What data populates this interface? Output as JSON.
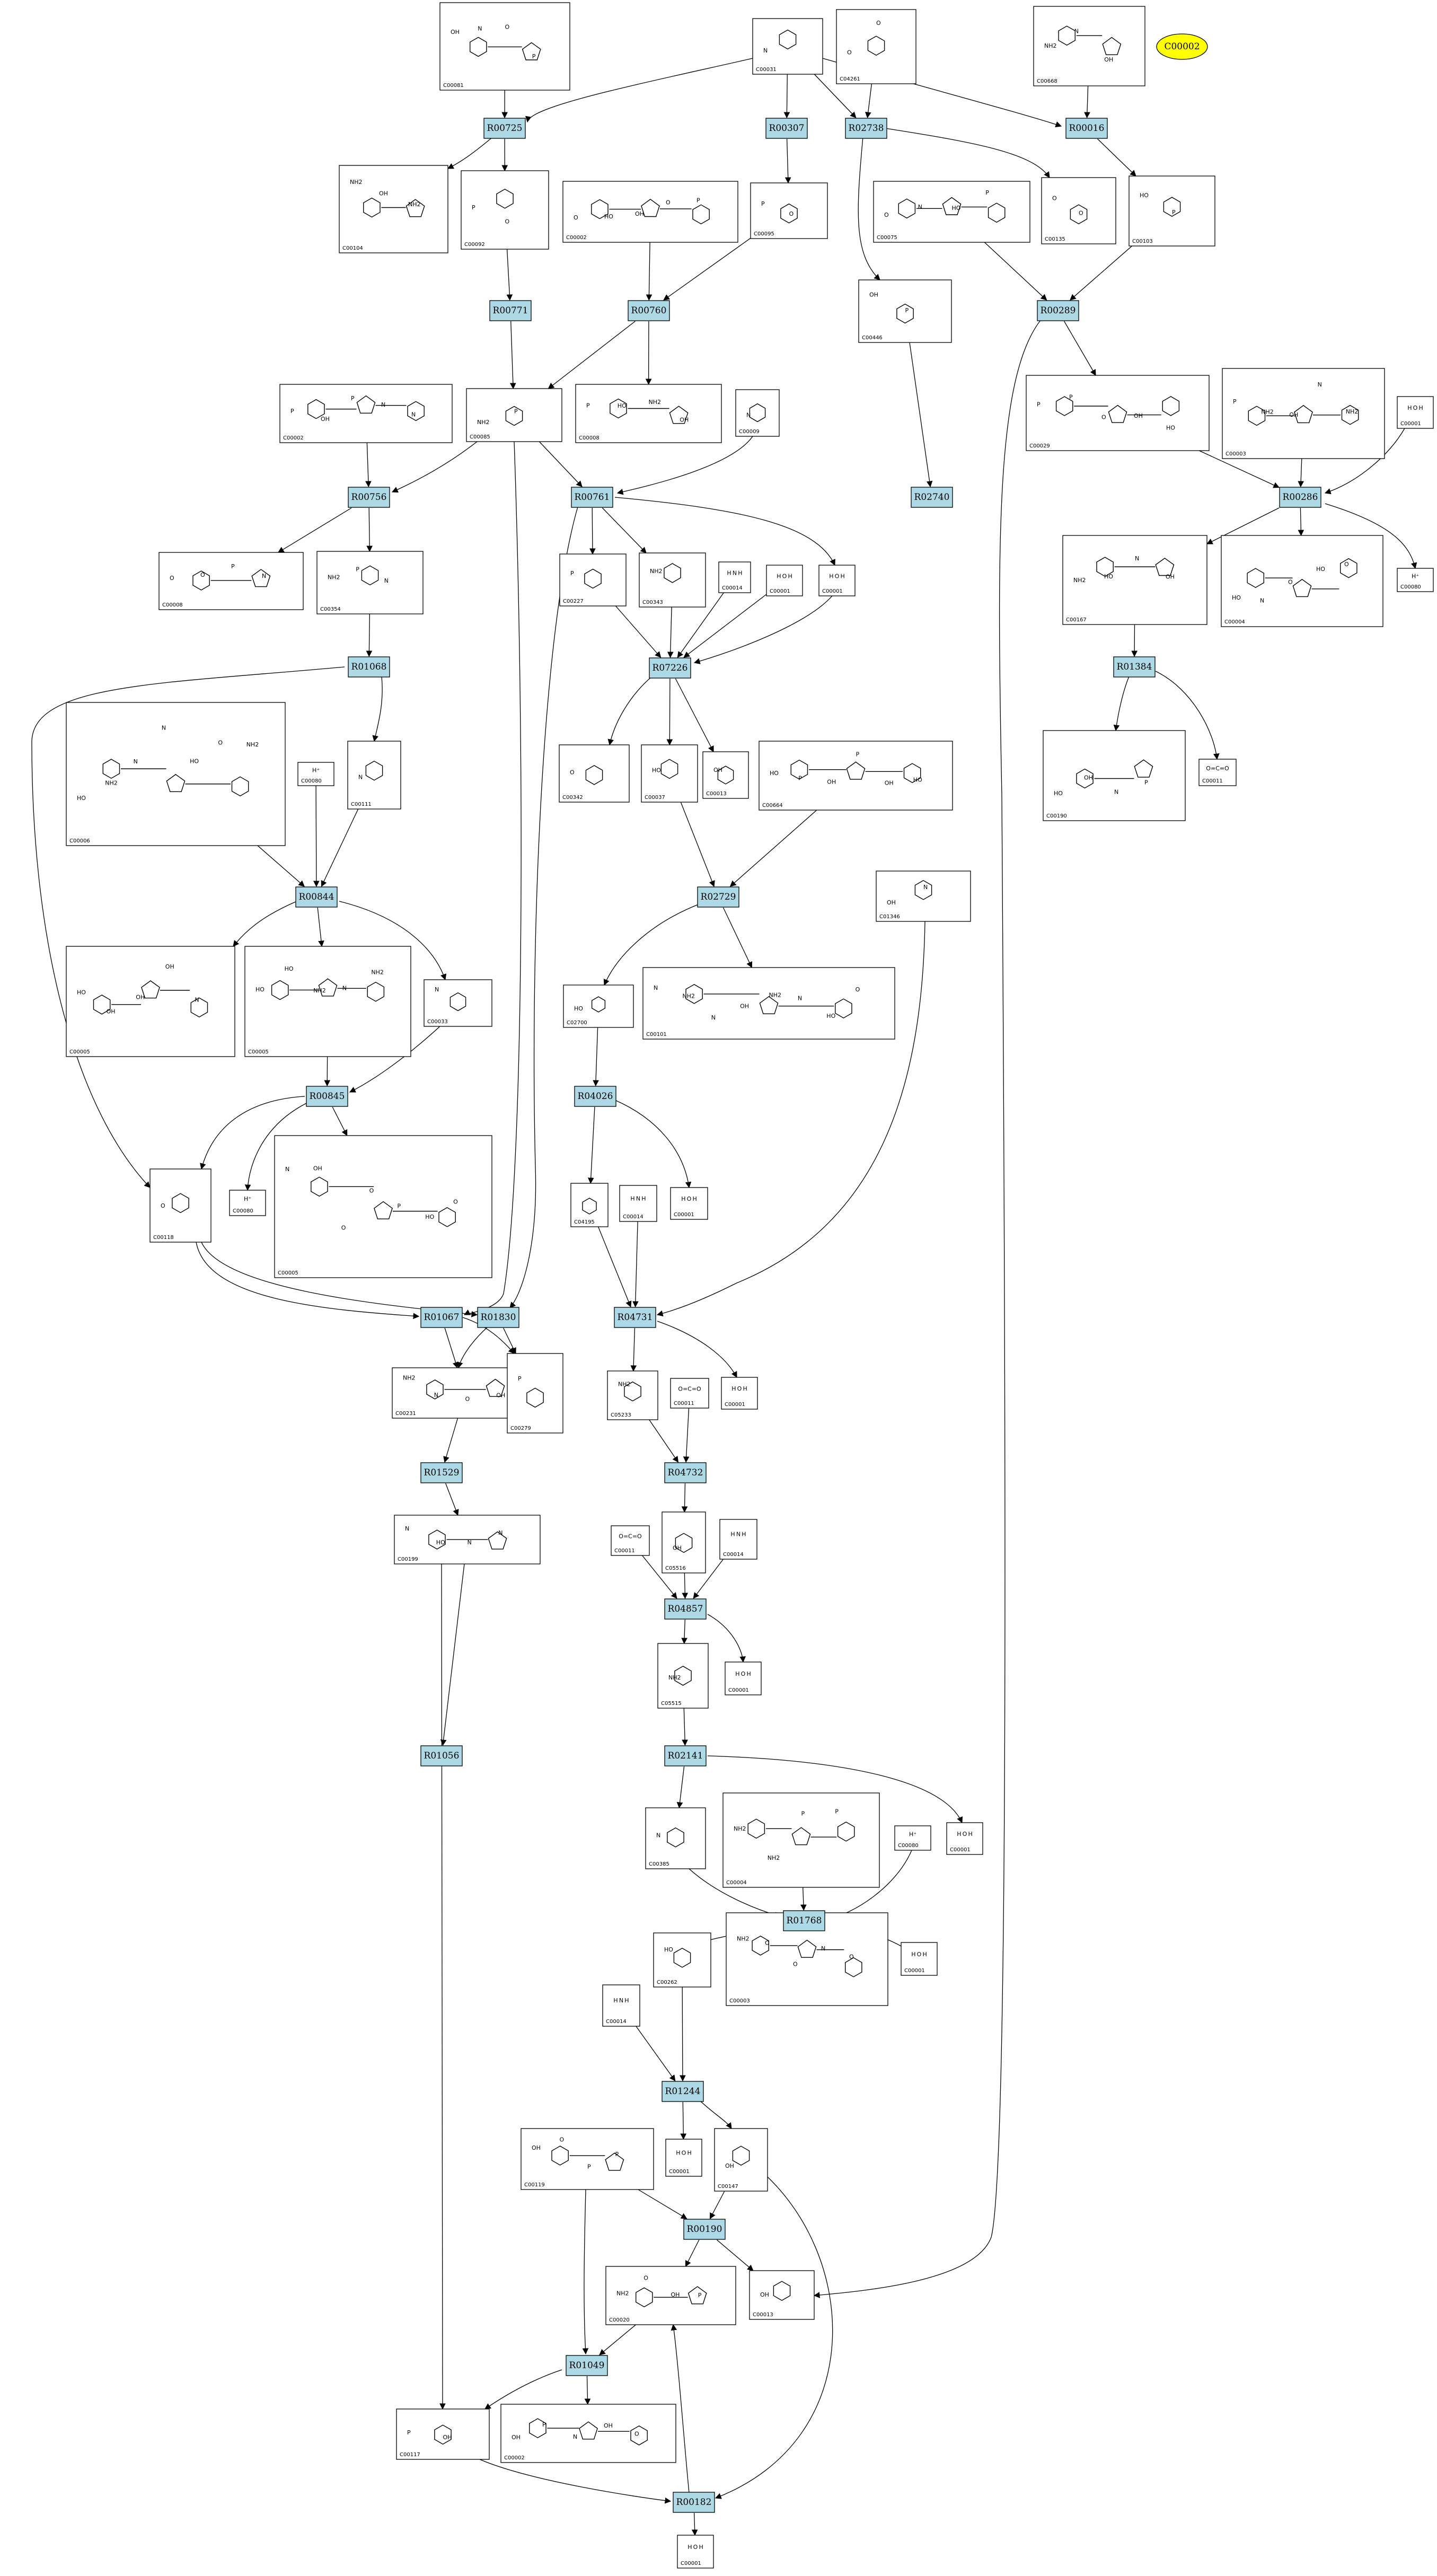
{
  "highlight": {
    "label": "C00002",
    "fill": "#ffff00"
  },
  "colors": {
    "reaction_fill": "#add8e6",
    "stroke": "#000000",
    "background": "#ffffff"
  },
  "compounds": [
    {
      "id": "c_C00081",
      "label": "C00081",
      "formula": ""
    },
    {
      "id": "c_C00031",
      "label": "C00031",
      "formula": ""
    },
    {
      "id": "c_C04261",
      "label": "C04261",
      "formula": ""
    },
    {
      "id": "c_C00668",
      "label": "C00668",
      "formula": ""
    },
    {
      "id": "c_C00104",
      "label": "C00104",
      "formula": ""
    },
    {
      "id": "c_C00092",
      "label": "C00092",
      "formula": ""
    },
    {
      "id": "c_C00002a",
      "label": "C00002",
      "formula": ""
    },
    {
      "id": "c_C00095",
      "label": "C00095",
      "formula": ""
    },
    {
      "id": "c_C00075",
      "label": "C00075",
      "formula": ""
    },
    {
      "id": "c_C00135",
      "label": "C00135",
      "formula": ""
    },
    {
      "id": "c_C00103",
      "label": "C00103",
      "formula": ""
    },
    {
      "id": "c_C00446",
      "label": "C00446",
      "formula": ""
    },
    {
      "id": "c_C00002b",
      "label": "C00002",
      "formula": ""
    },
    {
      "id": "c_C00085",
      "label": "C00085",
      "formula": ""
    },
    {
      "id": "c_C00008a",
      "label": "C00008",
      "formula": ""
    },
    {
      "id": "c_C00009a",
      "label": "C00009",
      "formula": ""
    },
    {
      "id": "c_C00029",
      "label": "C00029",
      "formula": ""
    },
    {
      "id": "c_C00003a",
      "label": "C00003",
      "formula": ""
    },
    {
      "id": "c_C00001a",
      "label": "C00001",
      "formula": "H O H"
    },
    {
      "id": "c_C00008b",
      "label": "C00008",
      "formula": ""
    },
    {
      "id": "c_C00354",
      "label": "C00354",
      "formula": ""
    },
    {
      "id": "c_C00227",
      "label": "C00227",
      "formula": ""
    },
    {
      "id": "c_C00343",
      "label": "C00343",
      "formula": ""
    },
    {
      "id": "c_C00014a",
      "label": "C00014",
      "formula": "H N H"
    },
    {
      "id": "c_C00001b",
      "label": "C00001",
      "formula": "H O H"
    },
    {
      "id": "c_C00001c",
      "label": "C00001",
      "formula": "H O H"
    },
    {
      "id": "c_C00167",
      "label": "C00167",
      "formula": ""
    },
    {
      "id": "c_C00004a",
      "label": "C00004",
      "formula": ""
    },
    {
      "id": "c_C00080a",
      "label": "C00080",
      "formula": "H⁺"
    },
    {
      "id": "c_C00006a",
      "label": "C00006",
      "formula": ""
    },
    {
      "id": "c_C00080b",
      "label": "C00080",
      "formula": "H⁺"
    },
    {
      "id": "c_C00111",
      "label": "C00111",
      "formula": ""
    },
    {
      "id": "c_C00342",
      "label": "C00342",
      "formula": ""
    },
    {
      "id": "c_C00037",
      "label": "C00037",
      "formula": ""
    },
    {
      "id": "c_C00013",
      "label": "C00013",
      "formula": ""
    },
    {
      "id": "c_C00664",
      "label": "C00664",
      "formula": ""
    },
    {
      "id": "c_C00190",
      "label": "C00190",
      "formula": ""
    },
    {
      "id": "c_C00011a",
      "label": "C00011",
      "formula": "O=C=O"
    },
    {
      "id": "c_C00005a",
      "label": "C00005",
      "formula": ""
    },
    {
      "id": "c_C00005b",
      "label": "C00005",
      "formula": ""
    },
    {
      "id": "c_C00033",
      "label": "C00033",
      "formula": ""
    },
    {
      "id": "c_C01346",
      "label": "C01346",
      "formula": ""
    },
    {
      "id": "c_C02700",
      "label": "C02700",
      "formula": ""
    },
    {
      "id": "c_C00101",
      "label": "C00101",
      "formula": ""
    },
    {
      "id": "c_C00080c",
      "label": "C00080",
      "formula": "H⁺"
    },
    {
      "id": "c_C00005c",
      "label": "C00005",
      "formula": ""
    },
    {
      "id": "c_C00118",
      "label": "C00118",
      "formula": ""
    },
    {
      "id": "c_C04195",
      "label": "C04195",
      "formula": ""
    },
    {
      "id": "c_C00014b",
      "label": "C00014",
      "formula": "H N H"
    },
    {
      "id": "c_C00001d",
      "label": "C00001",
      "formula": "H O H"
    },
    {
      "id": "c_C00231",
      "label": "C00231",
      "formula": ""
    },
    {
      "id": "c_C00279",
      "label": "C00279",
      "formula": ""
    },
    {
      "id": "c_C05233",
      "label": "C05233",
      "formula": ""
    },
    {
      "id": "c_C00011b",
      "label": "C00011",
      "formula": "O=C=O"
    },
    {
      "id": "c_C00001e",
      "label": "C00001",
      "formula": "H O H"
    },
    {
      "id": "c_C00199",
      "label": "C00199",
      "formula": ""
    },
    {
      "id": "c_C00011c",
      "label": "C00011",
      "formula": "O=C=O"
    },
    {
      "id": "c_C05516",
      "label": "C05516",
      "formula": ""
    },
    {
      "id": "c_C00014c",
      "label": "C00014",
      "formula": "H N H"
    },
    {
      "id": "c_C05515",
      "label": "C05515",
      "formula": ""
    },
    {
      "id": "c_C00001f",
      "label": "C00001",
      "formula": "H O H"
    },
    {
      "id": "c_C00385",
      "label": "C00385",
      "formula": ""
    },
    {
      "id": "c_C00004b",
      "label": "C00004",
      "formula": ""
    },
    {
      "id": "c_C00080d",
      "label": "C00080",
      "formula": "H⁺"
    },
    {
      "id": "c_C00001g",
      "label": "C00001",
      "formula": "H O H"
    },
    {
      "id": "c_C00262",
      "label": "C00262",
      "formula": ""
    },
    {
      "id": "c_C00003b",
      "label": "C00003",
      "formula": ""
    },
    {
      "id": "c_C00001h",
      "label": "C00001",
      "formula": "H O H"
    },
    {
      "id": "c_C00014d",
      "label": "C00014",
      "formula": "H N H"
    },
    {
      "id": "c_C00119",
      "label": "C00119",
      "formula": ""
    },
    {
      "id": "c_C00001i",
      "label": "C00001",
      "formula": "H O H"
    },
    {
      "id": "c_C00147",
      "label": "C00147",
      "formula": ""
    },
    {
      "id": "c_C00020",
      "label": "C00020",
      "formula": ""
    },
    {
      "id": "c_C00013b",
      "label": "C00013",
      "formula": ""
    },
    {
      "id": "c_C00117",
      "label": "C00117",
      "formula": ""
    },
    {
      "id": "c_C00002c",
      "label": "C00002",
      "formula": ""
    },
    {
      "id": "c_C00001j",
      "label": "C00001",
      "formula": "H O H"
    }
  ],
  "reactions": [
    {
      "id": "R00725",
      "label": "R00725"
    },
    {
      "id": "R00307",
      "label": "R00307"
    },
    {
      "id": "R02738",
      "label": "R02738"
    },
    {
      "id": "R00016",
      "label": "R00016"
    },
    {
      "id": "R00771",
      "label": "R00771"
    },
    {
      "id": "R00760",
      "label": "R00760"
    },
    {
      "id": "R00289",
      "label": "R00289"
    },
    {
      "id": "R00756",
      "label": "R00756"
    },
    {
      "id": "R00761",
      "label": "R00761"
    },
    {
      "id": "R02740",
      "label": "R02740"
    },
    {
      "id": "R00286",
      "label": "R00286"
    },
    {
      "id": "R07226",
      "label": "R07226"
    },
    {
      "id": "R01068",
      "label": "R01068"
    },
    {
      "id": "R01384",
      "label": "R01384"
    },
    {
      "id": "R00844",
      "label": "R00844"
    },
    {
      "id": "R02729",
      "label": "R02729"
    },
    {
      "id": "R00845",
      "label": "R00845"
    },
    {
      "id": "R04026",
      "label": "R04026"
    },
    {
      "id": "R01067",
      "label": "R01067"
    },
    {
      "id": "R01830",
      "label": "R01830"
    },
    {
      "id": "R04731",
      "label": "R04731"
    },
    {
      "id": "R01529",
      "label": "R01529"
    },
    {
      "id": "R04732",
      "label": "R04732"
    },
    {
      "id": "R04857",
      "label": "R04857"
    },
    {
      "id": "R01056",
      "label": "R01056"
    },
    {
      "id": "R02141",
      "label": "R02141"
    },
    {
      "id": "R01768",
      "label": "R01768"
    },
    {
      "id": "R01244",
      "label": "R01244"
    },
    {
      "id": "R00190",
      "label": "R00190"
    },
    {
      "id": "R01049",
      "label": "R01049"
    },
    {
      "id": "R00182",
      "label": "R00182"
    }
  ]
}
